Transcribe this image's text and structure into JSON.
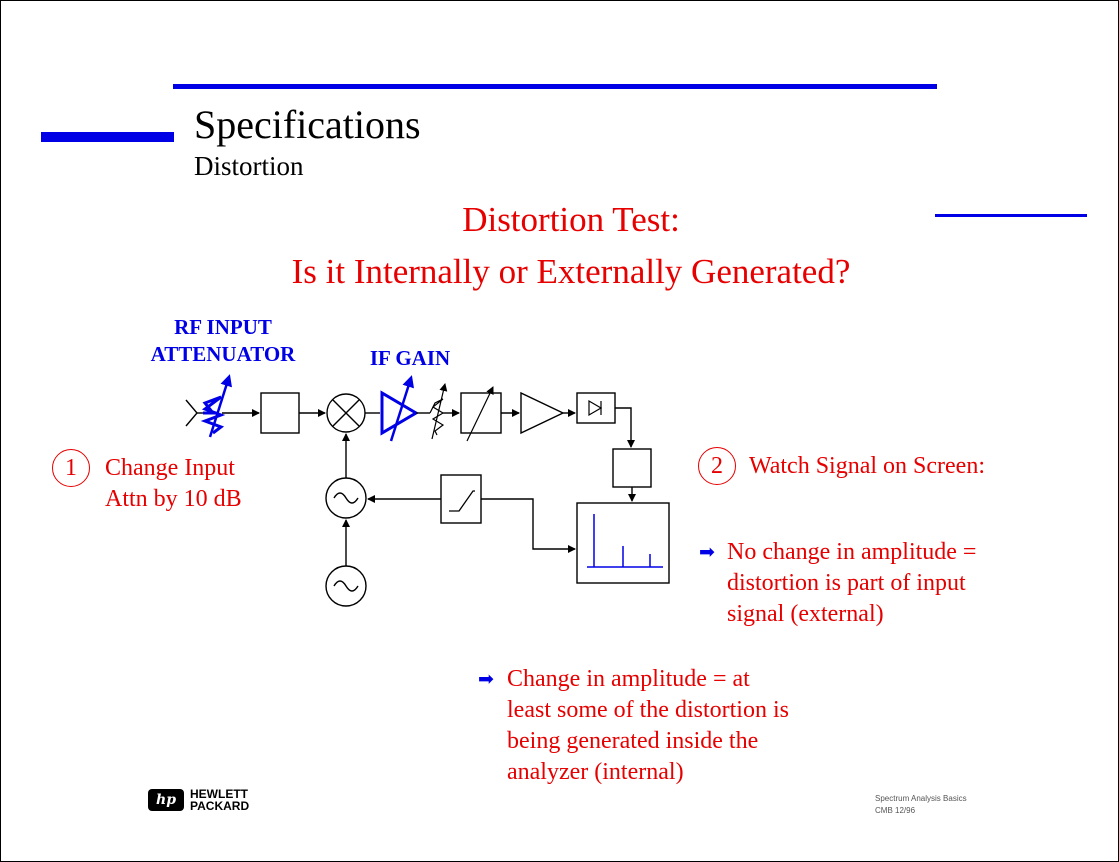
{
  "header": {
    "title": "Specifications",
    "subtitle": "Distortion"
  },
  "heading": {
    "line1": "Distortion Test:",
    "line2": "Is it Internally or Externally Generated?"
  },
  "diagram": {
    "label_rf_line1": "RF INPUT",
    "label_rf_line2": "ATTENUATOR",
    "label_if": "IF GAIN"
  },
  "step1": {
    "number": "1",
    "line1": "Change Input",
    "line2": "Attn by 10 dB"
  },
  "step2": {
    "number": "2",
    "text": "Watch Signal on Screen:"
  },
  "outcome_external": {
    "line1": "No change in amplitude =",
    "line2": "distortion is part of input",
    "line3": "signal (external)"
  },
  "outcome_internal": {
    "line1": "Change in amplitude = at",
    "line2": "least some of the distortion is",
    "line3": "being generated inside the",
    "line4": "analyzer (internal)"
  },
  "logo": {
    "mark": "hp",
    "line1": "HEWLETT",
    "line2": "PACKARD"
  },
  "footer": {
    "line1": "Spectrum Analysis Basics",
    "line2": "CMB  12/96"
  },
  "colors": {
    "accent_blue": "#0000e6",
    "text_red": "#e60000"
  },
  "icons": {
    "bullet": "right-arrow-icon"
  }
}
